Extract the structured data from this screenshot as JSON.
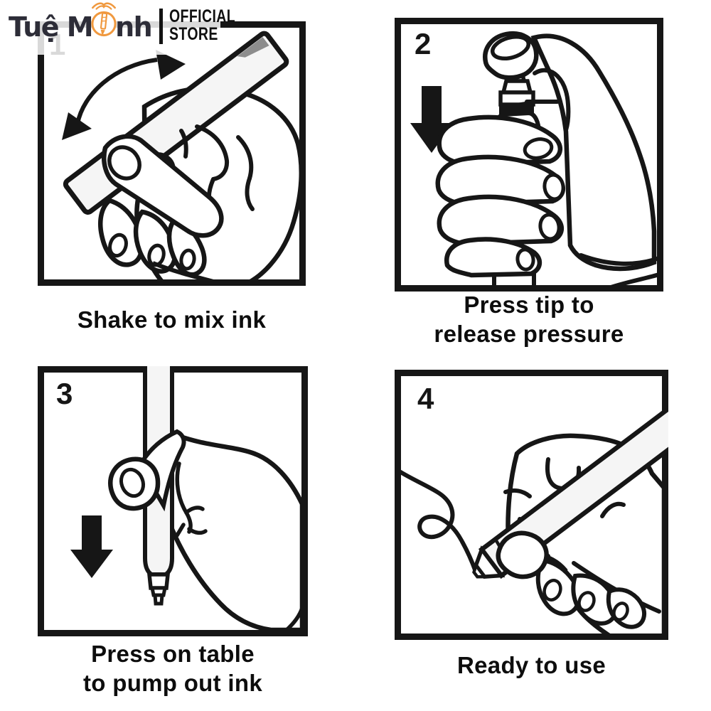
{
  "page": {
    "background": "#FFFFFF",
    "line_color": "#161616"
  },
  "brand": {
    "name_prefix": "Tuệ M",
    "name_suffix": "nh",
    "store_line1": "OFFICIAL",
    "store_line2": "STORE",
    "accent_color": "#F0993F",
    "name_color": "#2D2D38",
    "icon": "lightbulb-book-pencil-icon"
  },
  "steps": [
    {
      "number": "1",
      "caption_line1": "Shake to mix ink",
      "caption_line2": "",
      "illustration": "hand-shaking-marker",
      "motion_icon": "curved-double-arrow-icon"
    },
    {
      "number": "2",
      "caption_line1": "Press tip to",
      "caption_line2": "release pressure",
      "illustration": "fist-pressing-marker-tip-down",
      "motion_icon": "down-arrow-icon"
    },
    {
      "number": "3",
      "caption_line1": "Press on table",
      "caption_line2": "to pump out ink",
      "illustration": "hand-pressing-marker-tip-on-table",
      "motion_icon": "down-arrow-icon"
    },
    {
      "number": "4",
      "caption_line1": "Ready to use",
      "caption_line2": "",
      "illustration": "hand-writing-squiggle-with-marker",
      "motion_icon": ""
    }
  ]
}
